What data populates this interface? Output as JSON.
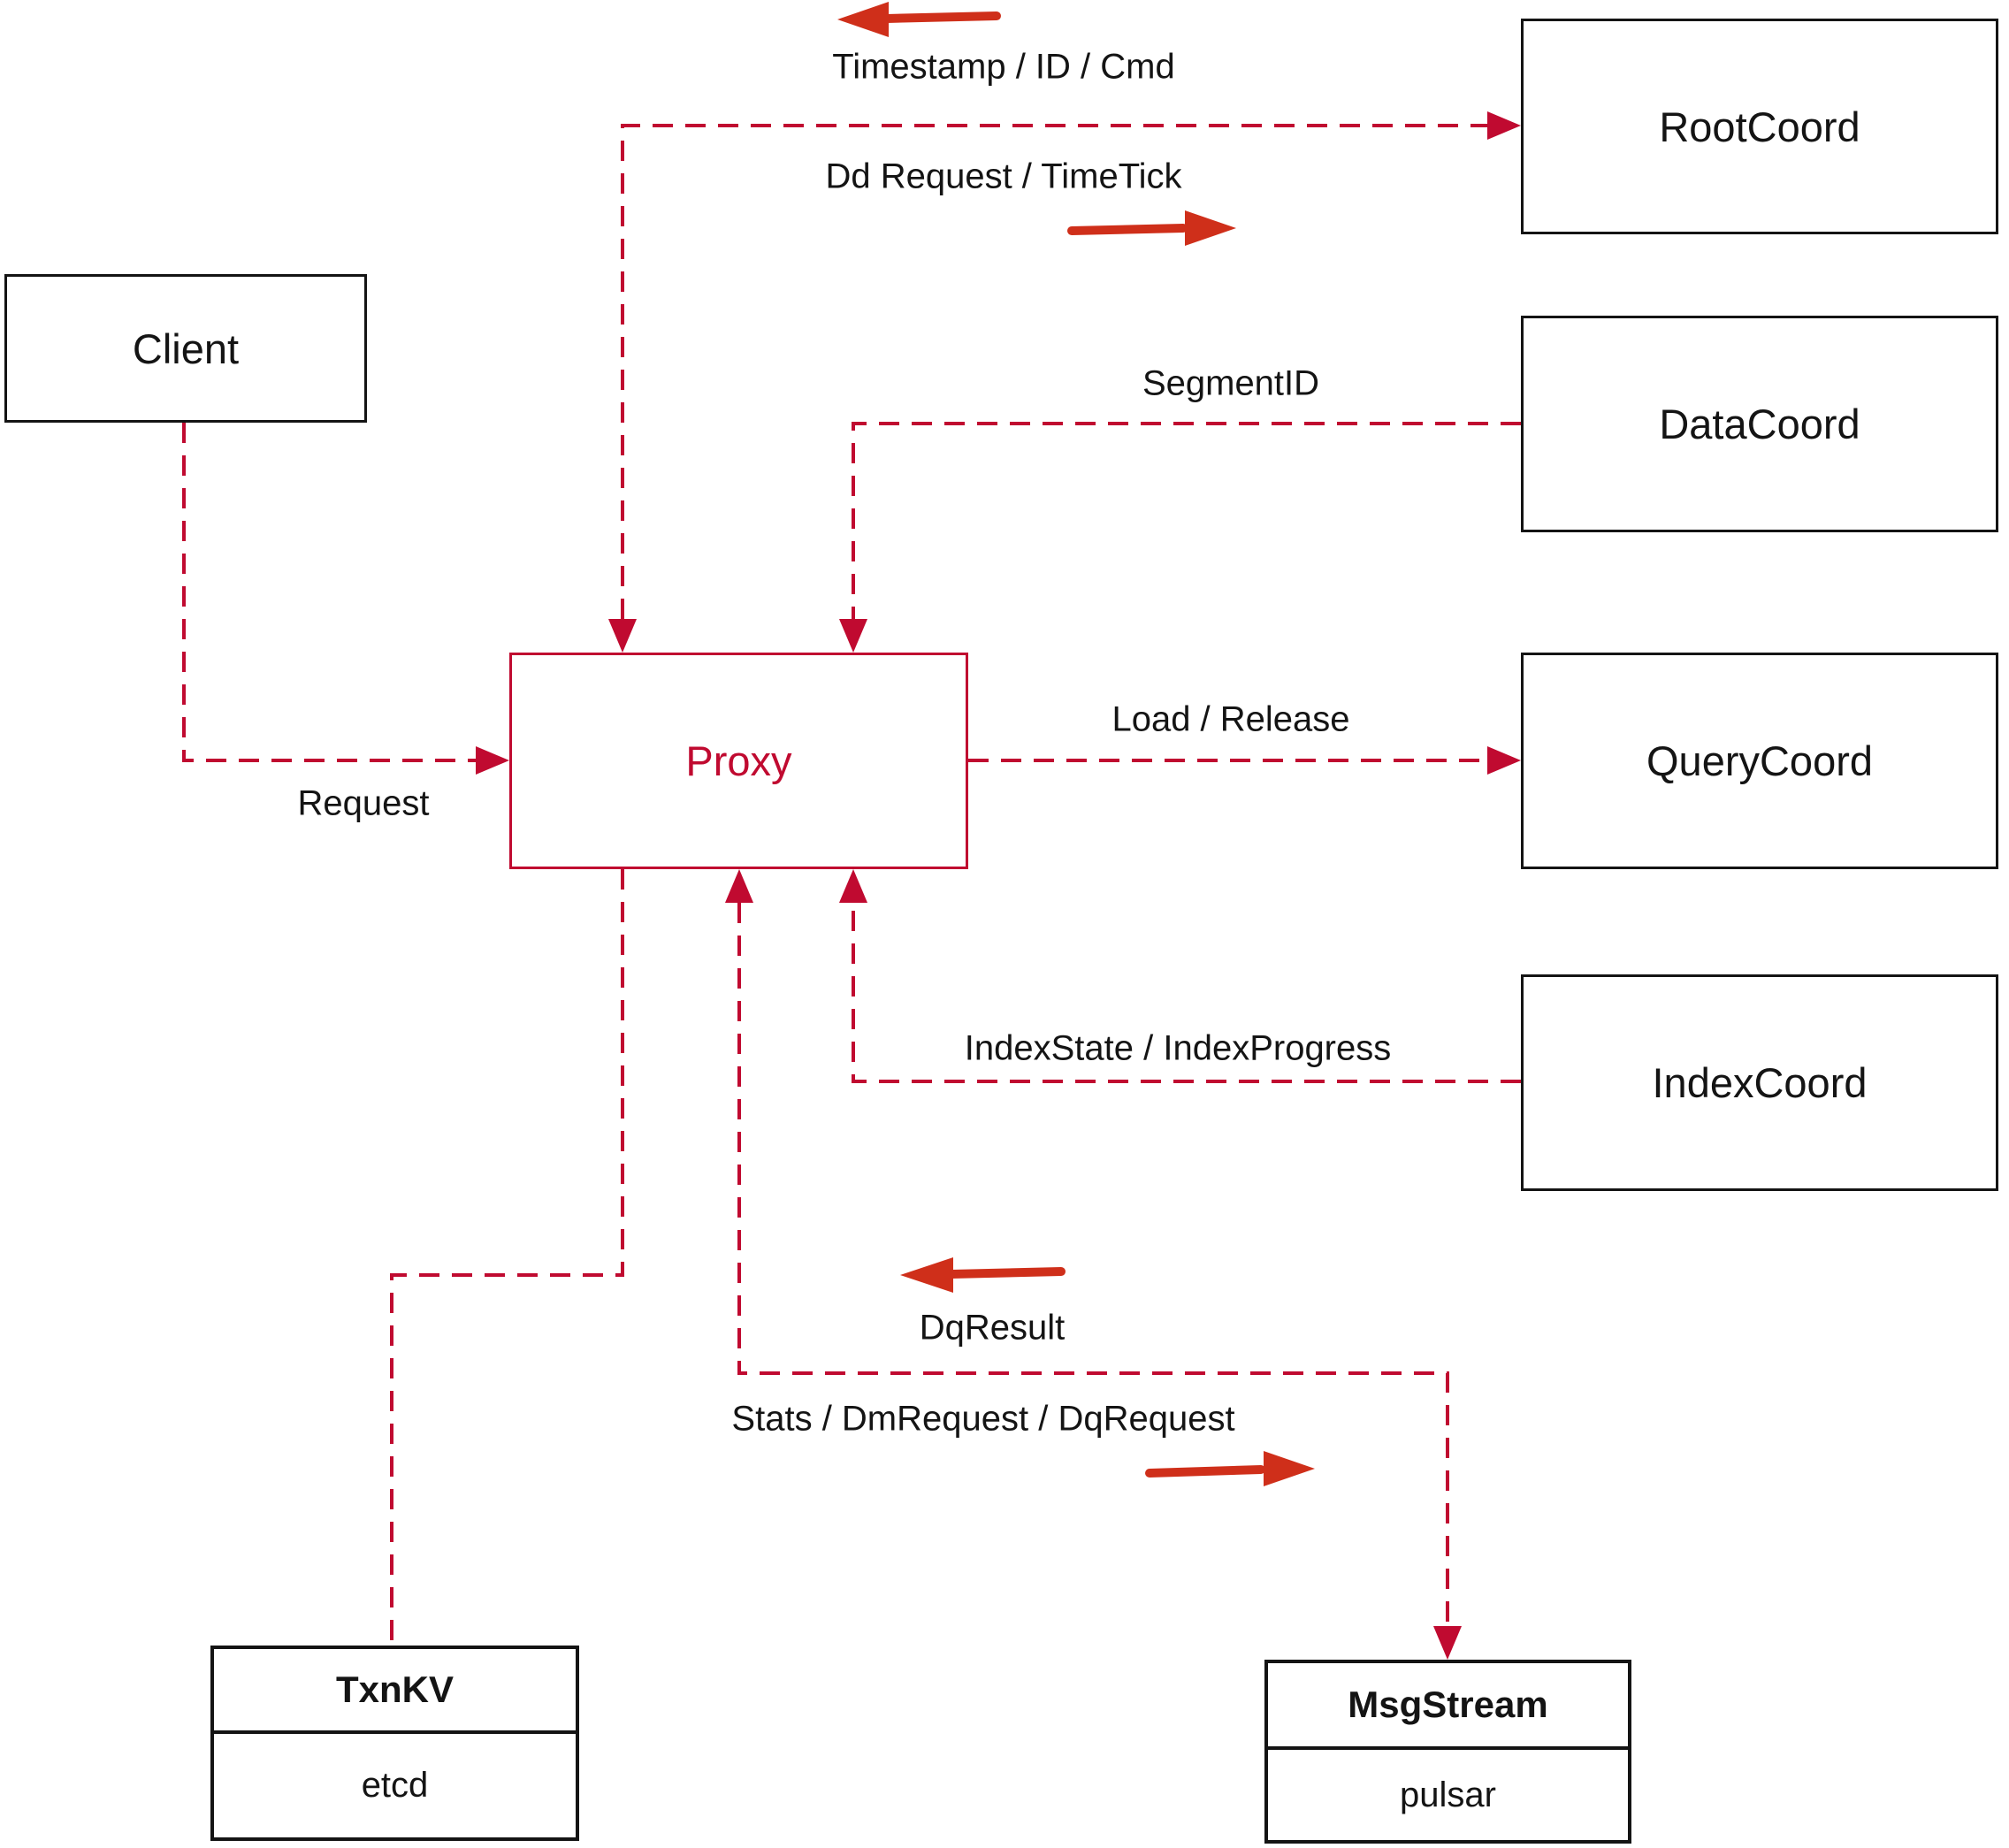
{
  "diagram": {
    "colors": {
      "connector": "#c00a30",
      "annotation_arrow": "#cf2f1a",
      "box_border": "#141414",
      "text": "#141414"
    },
    "nodes": {
      "client": {
        "label": "Client"
      },
      "rootcoord": {
        "label": "RootCoord"
      },
      "datacoord": {
        "label": "DataCoord"
      },
      "querycoord": {
        "label": "QueryCoord"
      },
      "indexcoord": {
        "label": "IndexCoord"
      },
      "proxy": {
        "label": "Proxy"
      },
      "txnkv": {
        "title": "TxnKV",
        "subtitle": "etcd"
      },
      "msgstream": {
        "title": "MsgStream",
        "subtitle": "pulsar"
      }
    },
    "edge_labels": {
      "timestamp": "Timestamp / ID / Cmd",
      "dd_request": "Dd Request / TimeTick",
      "segment_id": "SegmentID",
      "request": "Request",
      "load_release": "Load / Release",
      "index_state": "IndexState / IndexProgress",
      "dq_result": "DqResult",
      "stats": "Stats / DmRequest / DqRequest"
    }
  }
}
